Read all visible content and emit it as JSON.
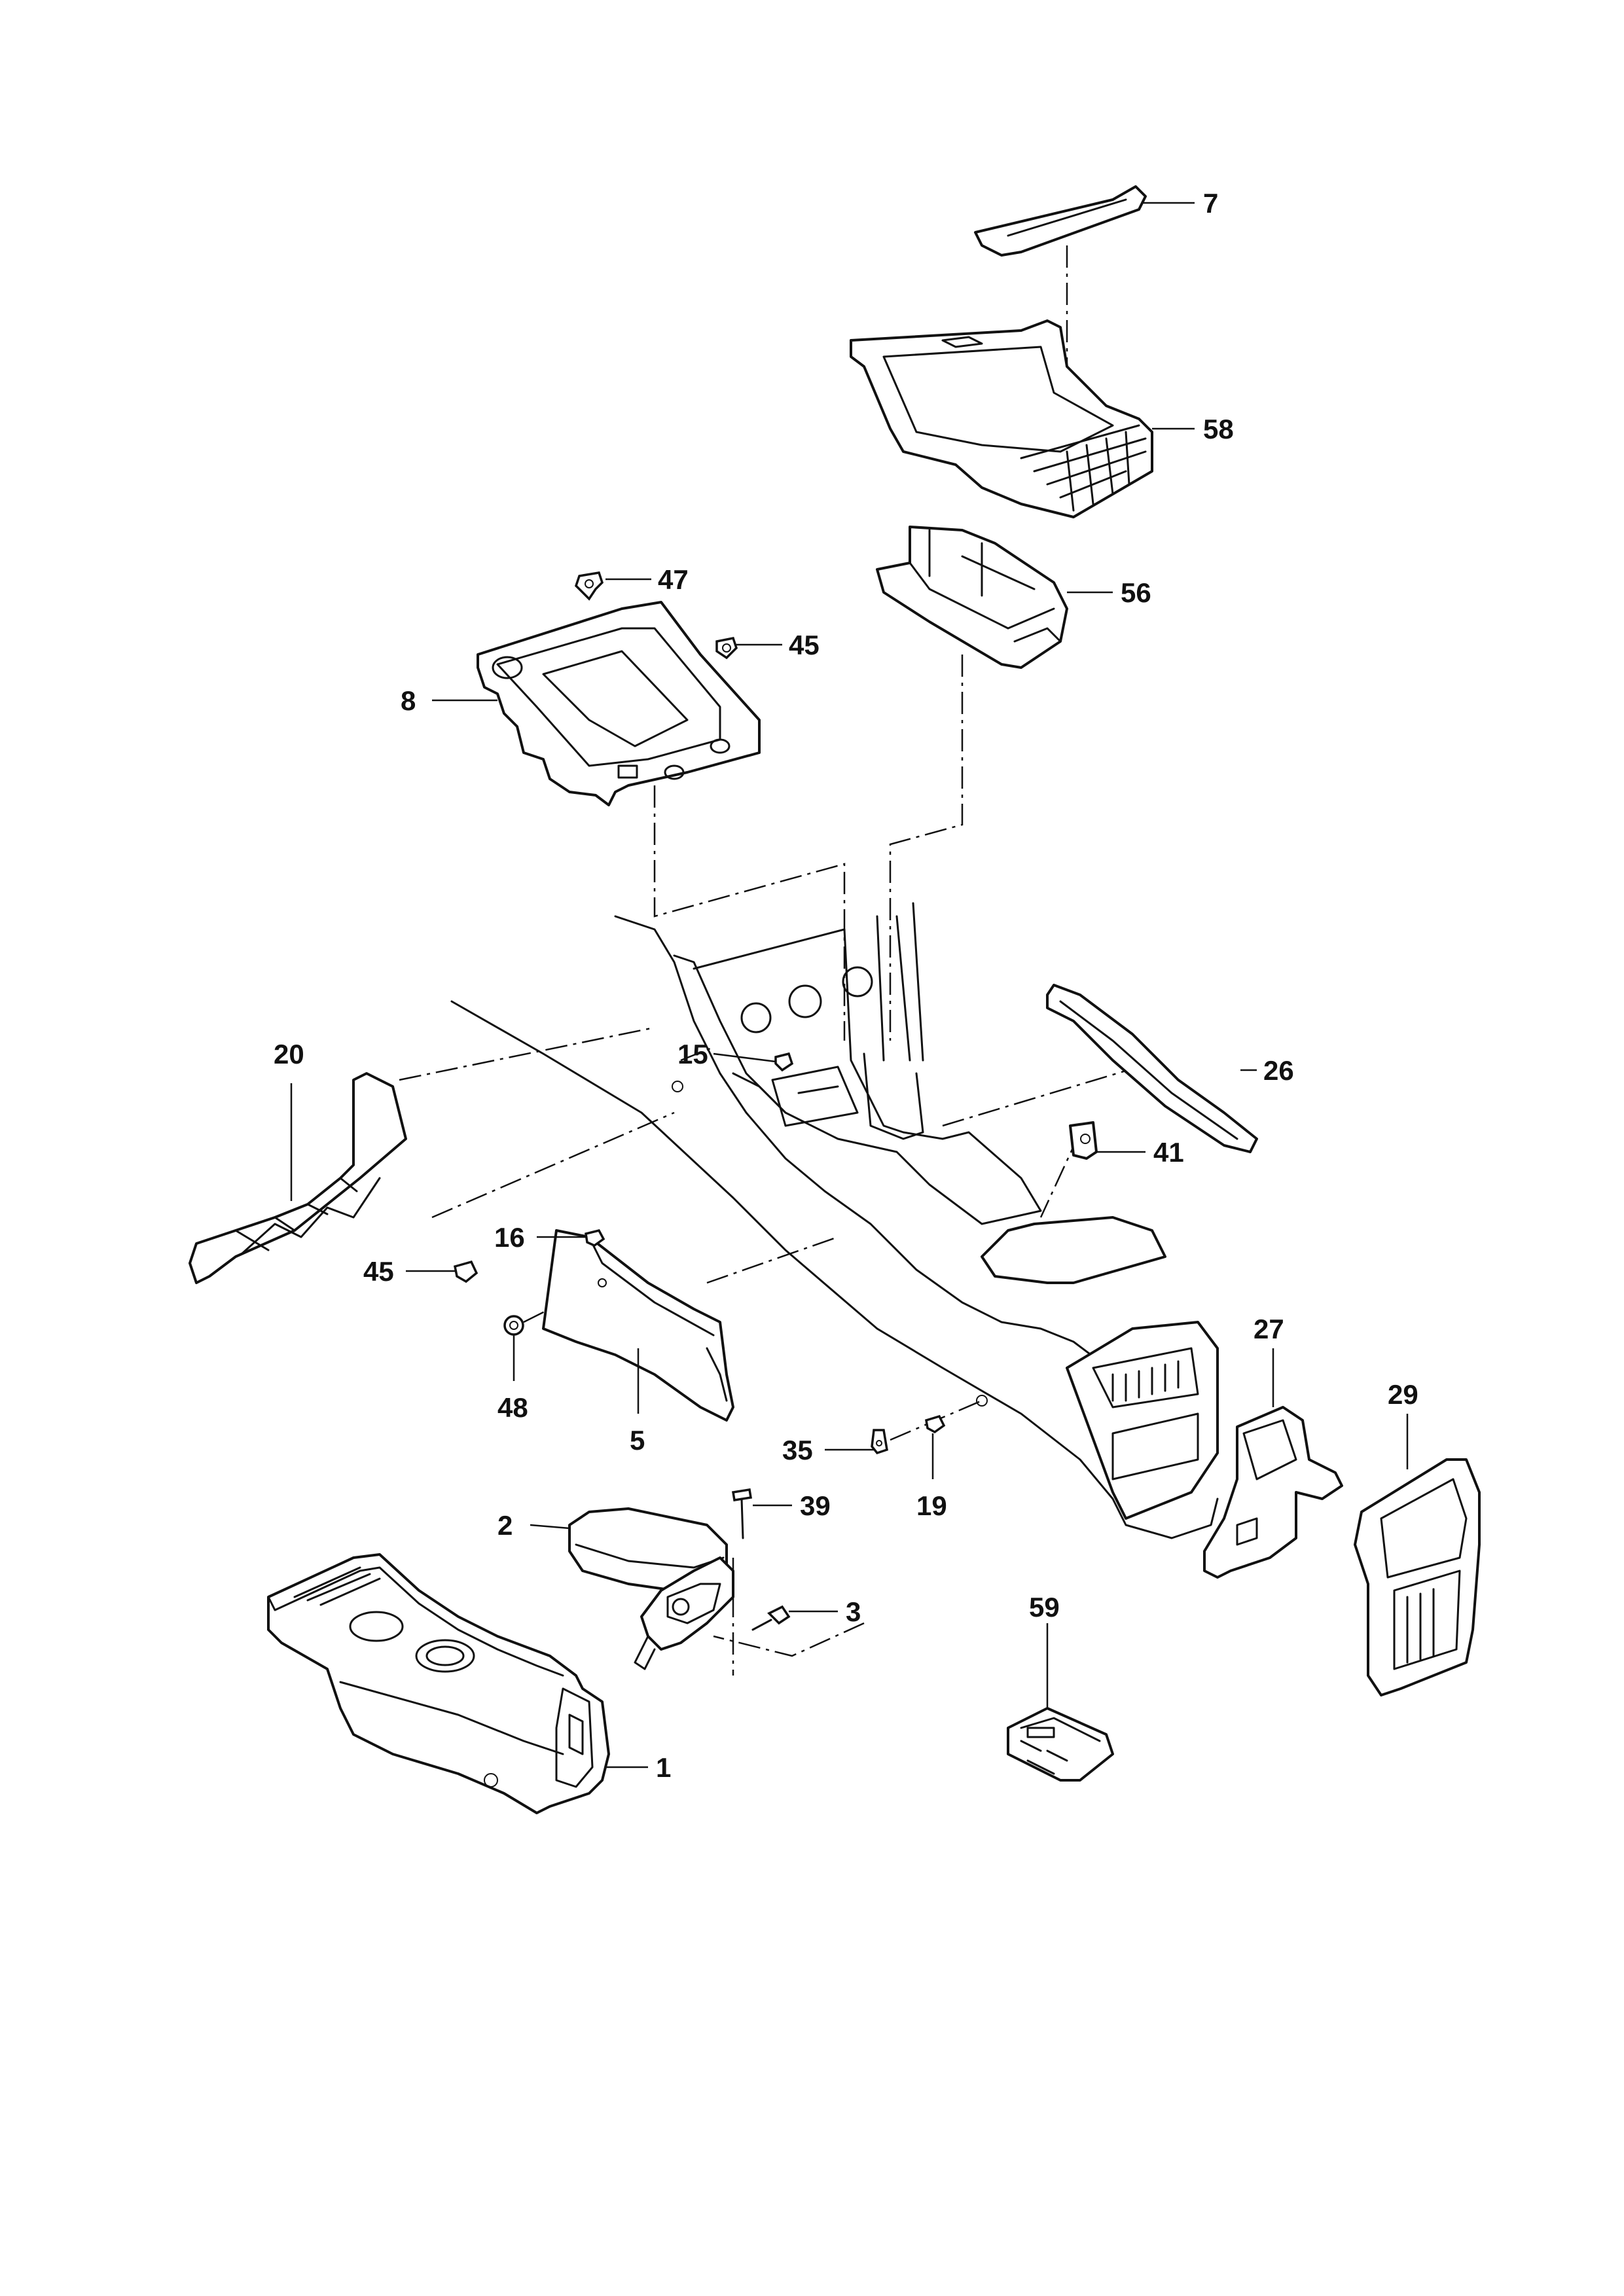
{
  "diagram": {
    "callouts": {
      "c1": "1",
      "c2": "2",
      "c3": "3",
      "c5": "5",
      "c7": "7",
      "c8": "8",
      "c15": "15",
      "c16": "16",
      "c19": "19",
      "c20": "20",
      "c26": "26",
      "c27": "27",
      "c29": "29",
      "c35": "35",
      "c39": "39",
      "c41": "41",
      "c45a": "45",
      "c45b": "45",
      "c47": "47",
      "c48": "48",
      "c56": "56",
      "c58": "58",
      "c59": "59"
    }
  }
}
